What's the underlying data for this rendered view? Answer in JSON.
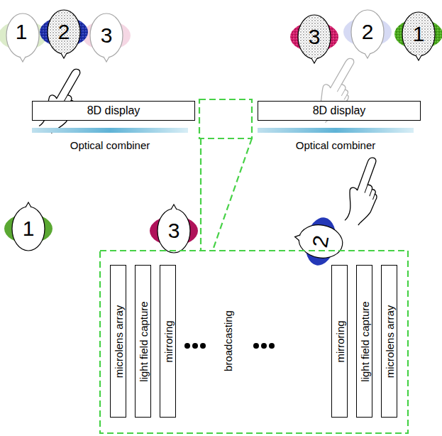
{
  "diagram": {
    "nodes": [
      {
        "text": [
          "8D display"
        ]
      },
      {
        "text": [
          "8D display"
        ]
      },
      {
        "text": [
          "microlens array"
        ]
      },
      {
        "text": [
          "light field capture"
        ]
      },
      {
        "text": [
          "mirroring"
        ]
      },
      {
        "text": [
          "mirroring"
        ]
      },
      {
        "text": [
          "light field capture"
        ]
      },
      {
        "text": [
          "microlens array"
        ]
      }
    ],
    "labels": [
      "1",
      "2",
      "3",
      "3",
      "2",
      "1",
      "1",
      "3",
      "2",
      "Optical combiner",
      "Optical combiner",
      "broadcasting"
    ]
  }
}
